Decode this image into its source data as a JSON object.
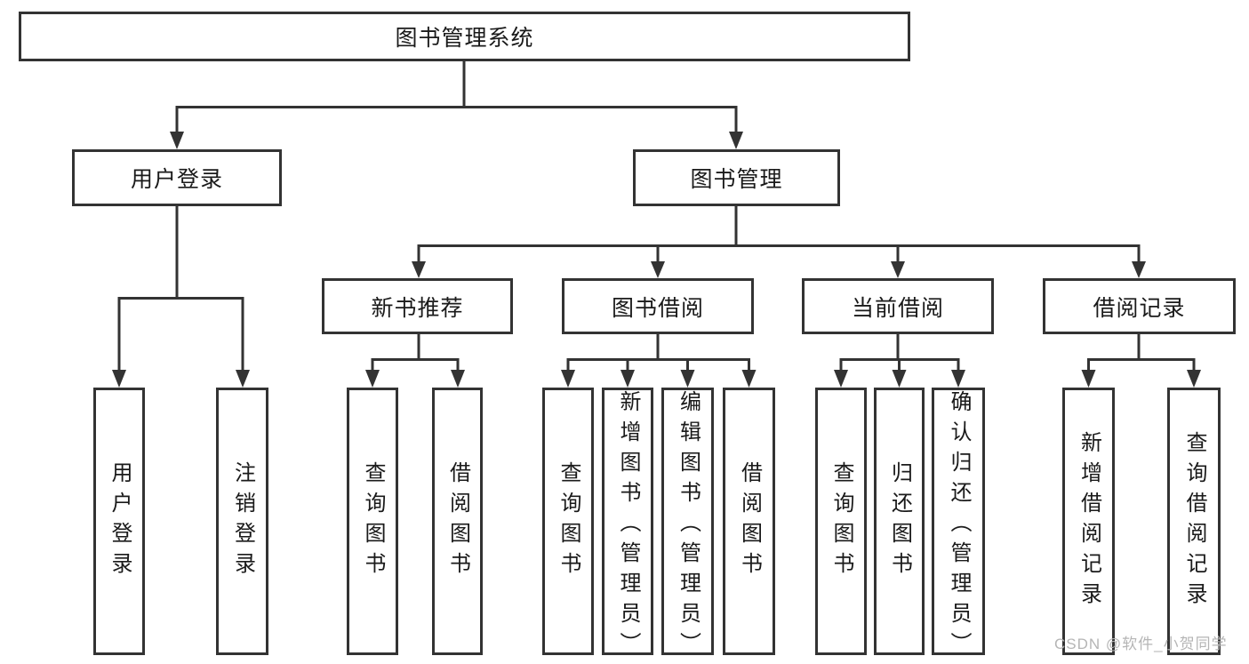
{
  "diagram": {
    "root": {
      "label": "图书管理系统"
    },
    "branches": [
      {
        "label": "用户登录",
        "children": [
          {
            "label": "用户登录"
          },
          {
            "label": "注销登录"
          }
        ]
      },
      {
        "label": "图书管理",
        "children": [
          {
            "label": "新书推荐",
            "children": [
              {
                "label": "查询图书"
              },
              {
                "label": "借阅图书"
              }
            ]
          },
          {
            "label": "图书借阅",
            "children": [
              {
                "label": "查询图书"
              },
              {
                "label": "新增图书（管理员）"
              },
              {
                "label": "编辑图书（管理员）"
              },
              {
                "label": "借阅图书"
              }
            ]
          },
          {
            "label": "当前借阅",
            "children": [
              {
                "label": "查询图书"
              },
              {
                "label": "归还图书"
              },
              {
                "label": "确认归还（管理员）"
              }
            ]
          },
          {
            "label": "借阅记录",
            "children": [
              {
                "label": "新增借阅记录"
              },
              {
                "label": "查询借阅记录"
              }
            ]
          }
        ]
      }
    ]
  },
  "watermark": {
    "text": "CSDN @软件_小贺同学"
  },
  "colors": {
    "line": "#333333",
    "text": "#1a1a1a",
    "box_background": "#ffffff",
    "page_background": "#ffffff",
    "watermark": "#b5b5b5"
  }
}
